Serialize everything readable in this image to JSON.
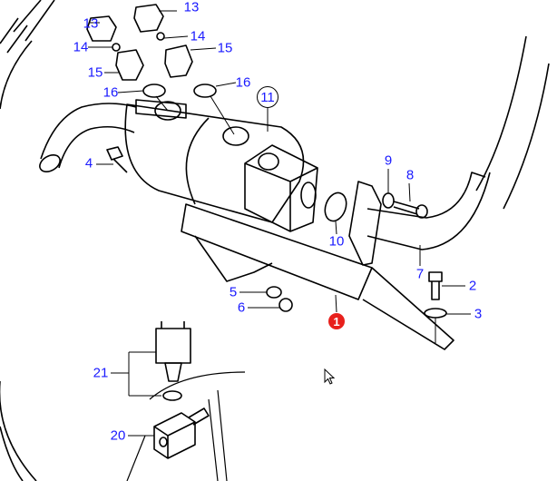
{
  "diagram": {
    "labels": {
      "l13a": "13",
      "l13b": "13",
      "l14a": "14",
      "l14b": "14",
      "l15a": "15",
      "l15b": "15",
      "l16a": "16",
      "l16b": "16",
      "l11": "11",
      "l4": "4",
      "l9": "9",
      "l8": "8",
      "l10": "10",
      "l7": "7",
      "l2": "2",
      "l3": "3",
      "l5": "5",
      "l6": "6",
      "l1": "1",
      "l21": "21",
      "l20": "20"
    },
    "colors": {
      "label": "#1a1aff",
      "highlight": "#e8201c",
      "line": "#000000"
    }
  }
}
